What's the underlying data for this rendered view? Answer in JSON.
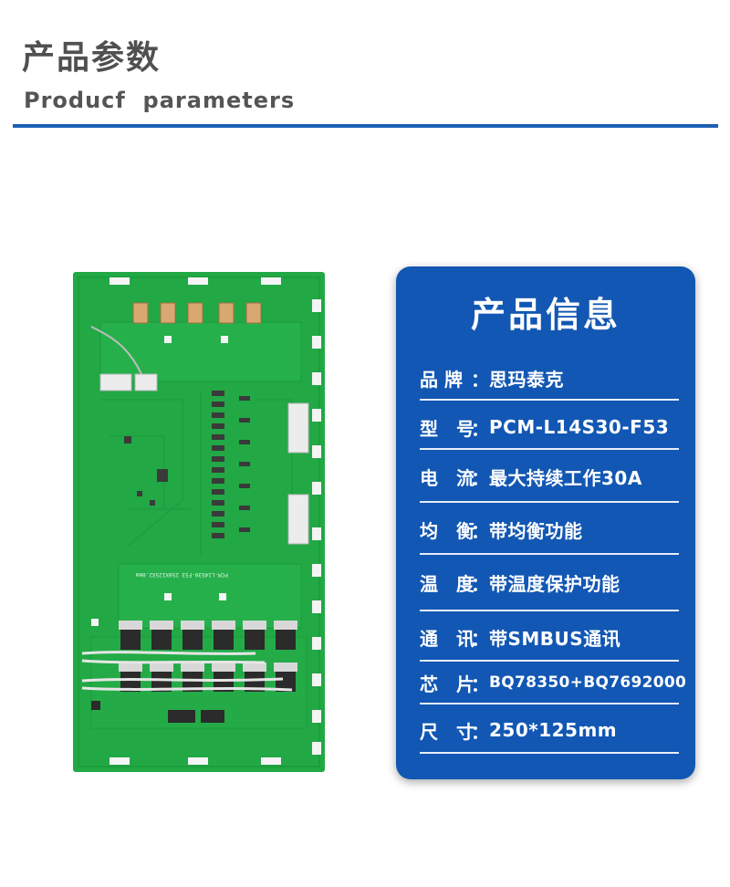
{
  "header": {
    "title_cn": "产品参数",
    "title_en": "Producf  parameters",
    "rule_color": "#1b5fb4"
  },
  "product_image": {
    "board_color": "#22a845",
    "silk_label": "PCM-L14S30-F53 250X125X2.0mm"
  },
  "info_card": {
    "title": "产品信息",
    "bg_color": "#1257b3",
    "separator": "：",
    "rows": [
      {
        "key": "品 牌",
        "value": "思玛泰克"
      },
      {
        "key": "型　号",
        "value": "PCM-L14S30-F53"
      },
      {
        "key": "电　流",
        "value": "最大持续工作30A"
      },
      {
        "key": "均　衡",
        "value": "带均衡功能"
      },
      {
        "key": "温　度",
        "value": "带温度保护功能"
      },
      {
        "key": "通　讯",
        "value": "带SMBUS通讯"
      },
      {
        "key": "芯　片",
        "value": "BQ78350+BQ7692000"
      },
      {
        "key": "尺　寸",
        "value": "250*125mm"
      }
    ]
  }
}
